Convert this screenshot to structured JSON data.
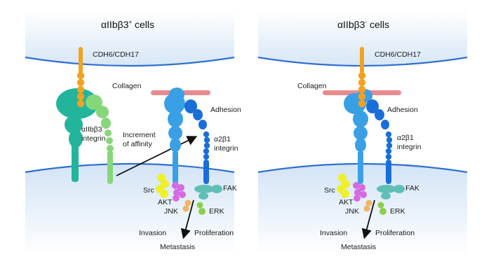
{
  "left_panel": {
    "title_main": "αIIbβ3",
    "title_sup": "+",
    "title_tail": " cells",
    "cdh": "CDH6/CDH17",
    "collagen": "Collagen",
    "adhesion": "Adhesion",
    "aiib_line1": "αIIbβ3",
    "aiib_line2": "integrin",
    "increment_line1": "Increment",
    "increment_line2": "of affinity",
    "a2b1_line1": "α2β1",
    "a2b1_line2": "integrin",
    "src": "Src",
    "akt": "AKT",
    "jnk": "JNK",
    "fak": "FAK",
    "erk": "ERK",
    "invasion": "Invasion",
    "proliferation": "Proliferation",
    "metastasis": "Metastasis"
  },
  "right_panel": {
    "title_main": "αIIbβ3",
    "title_sup": "-",
    "title_tail": " cells",
    "cdh": "CDH6/CDH17",
    "collagen": "Collagen",
    "adhesion": "Adhesion",
    "a2b1_line1": "α2β1",
    "a2b1_line2": "integrin",
    "src": "Src",
    "akt": "AKT",
    "jnk": "JNK",
    "fak": "FAK",
    "erk": "ERK",
    "invasion": "Invasion",
    "proliferation": "Proliferation",
    "metastasis": "Metastasis"
  },
  "colors": {
    "membrane_line": "#2f6fd1",
    "cell_fill": "#dceaf7",
    "cdh_orange": "#f2a21f",
    "collagen_pink": "#e78b90",
    "aiib_teal": "#22b59c",
    "b3_green": "#86d67a",
    "a2_blue": "#3aa0e6",
    "b1_blue": "#1a6ed8",
    "src_yellow": "#eef02a",
    "akt_magenta": "#d46be0",
    "fak_teal": "#5fbfb5",
    "jnk_orange": "#f2b560",
    "erk_green": "#8ccf4c"
  }
}
